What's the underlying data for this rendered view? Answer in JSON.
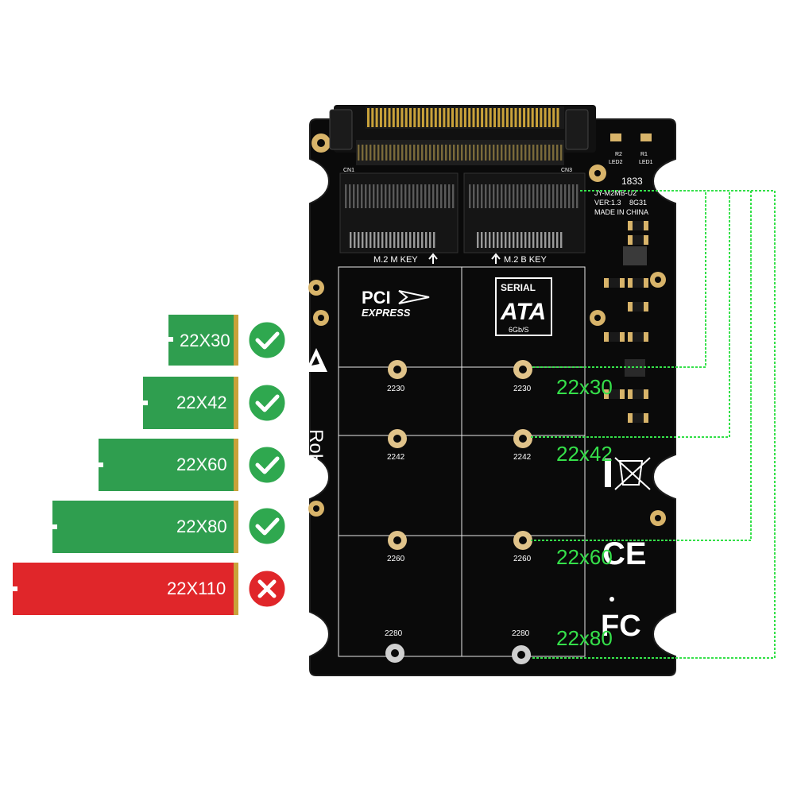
{
  "colors": {
    "pcb": "#0a0a0a",
    "silkscreen": "#ffffff",
    "gold": "#c9a23a",
    "green_card": "#2f9e4f",
    "red_card": "#e0262a",
    "ok_badge": "#2fa84f",
    "no_badge": "#e0262a",
    "leader": "#35e04a"
  },
  "cards": [
    {
      "label": "22X30",
      "status": "supported",
      "icon": "check-icon"
    },
    {
      "label": "22X42",
      "status": "supported",
      "icon": "check-icon"
    },
    {
      "label": "22X60",
      "status": "supported",
      "icon": "check-icon"
    },
    {
      "label": "22X80",
      "status": "supported",
      "icon": "check-icon"
    },
    {
      "label": "22X110",
      "status": "unsupported",
      "icon": "x-icon"
    }
  ],
  "callouts": [
    "22x30",
    "22x42",
    "22x60",
    "22x80"
  ],
  "board": {
    "slot_m": "M.2 M KEY",
    "slot_b": "M.2 B KEY",
    "connector_left": "CN1",
    "connector_right": "CN3",
    "model": "JY-M2MB-U2",
    "version": "VER:1.3",
    "variant": "8G31",
    "origin": "MADE IN CHINA",
    "code": "1833",
    "led1": "LED1",
    "led2": "LED2",
    "r1": "R1",
    "r2": "R2",
    "pci_logo": "PCI",
    "pci_express": "EXPRESS",
    "sata_top": "SERIAL",
    "sata_main": "ATA",
    "sata_speed": "6Gb/S",
    "rohs": "RoHS",
    "ce": "CE",
    "fcc": "FC",
    "mount_labels_left": [
      "2230",
      "2242",
      "2260",
      "2280"
    ],
    "mount_labels_right": [
      "2230",
      "2242",
      "2260",
      "2280"
    ]
  }
}
